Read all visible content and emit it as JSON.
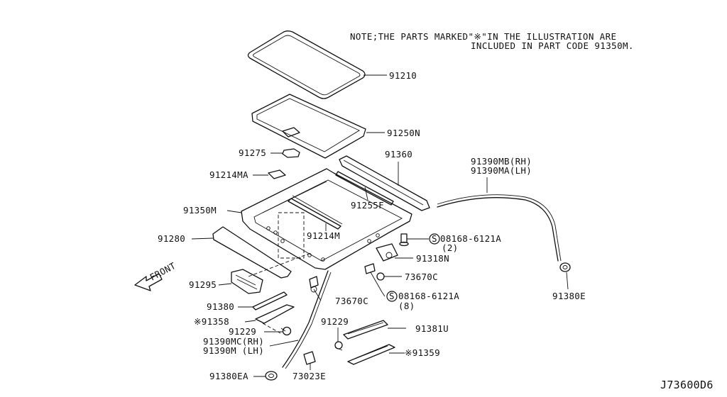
{
  "note": {
    "line1": "NOTE;THE PARTS MARKED\"※\"IN THE ILLUSTRATION ARE",
    "line2": "INCLUDED IN PART CODE 91350M."
  },
  "labels": {
    "p91210": "91210",
    "p91250N": "91250N",
    "p91275": "91275",
    "p91360": "91360",
    "p91214MA": "91214MA",
    "p91255F": "91255F",
    "p91350M": "91350M",
    "p91214M": "91214M",
    "p91280": "91280",
    "p91295": "91295",
    "p91380": "91380",
    "p91358": "※91358",
    "p91229a": "91229",
    "p91390MC": "91390MC(RH)",
    "p91390M": "91390M (LH)",
    "p91380EA": "91380EA",
    "p73023E": "73023E",
    "p73670Ca": "73670C",
    "p91229b": "91229",
    "p91381U": "91381U",
    "p91359": "※91359",
    "p08168a": "08168-6121A",
    "p08168a_qty": "(2)",
    "p91318N": "91318N",
    "p73670Cb": "73670C",
    "p08168b": "08168-6121A",
    "p08168b_qty": "(8)",
    "p91390MB": "91390MB(RH)",
    "p91390MA": "91390MA(LH)",
    "p91380E": "91380E",
    "front": "FRONT",
    "screw_sym": "S",
    "code": "J73600D6"
  }
}
